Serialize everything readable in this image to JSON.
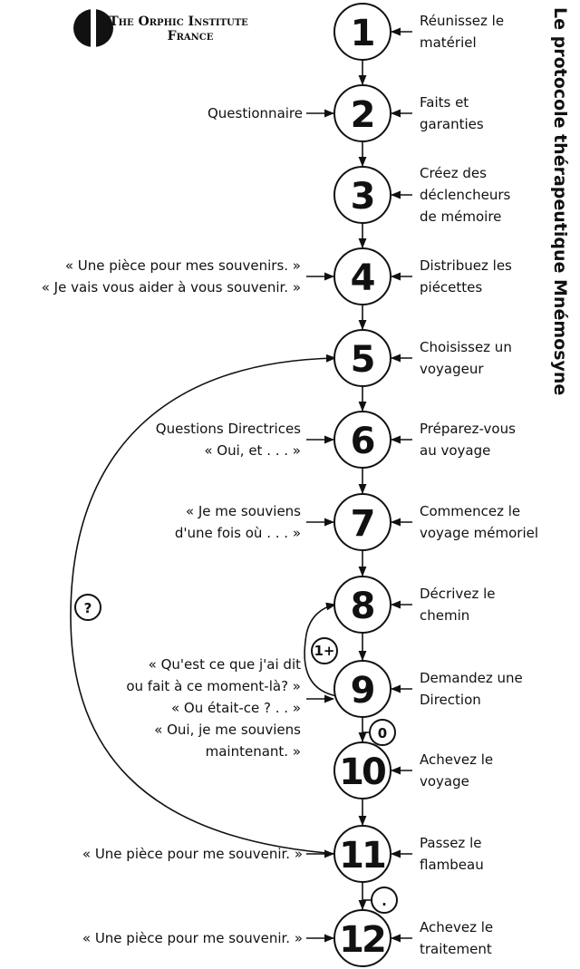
{
  "logo": {
    "line1": "The Orphic Institute",
    "line2": "France"
  },
  "title": "Le protocole thérapeutique Mnémosyne",
  "nodes": [
    {
      "number": "1",
      "right": [
        "Réunissez le",
        "matériel"
      ],
      "left": []
    },
    {
      "number": "2",
      "right": [
        "Faits et",
        "garanties"
      ],
      "left": [
        "Questionnaire"
      ]
    },
    {
      "number": "3",
      "right": [
        "Créez des",
        "déclencheurs",
        "de mémoire"
      ],
      "left": []
    },
    {
      "number": "4",
      "right": [
        "Distribuez les",
        "piécettes"
      ],
      "left": [
        "« Une pièce pour mes souvenirs. »",
        "« Je vais vous aider à vous souvenir. »"
      ]
    },
    {
      "number": "5",
      "right": [
        "Choisissez un",
        "voyageur"
      ],
      "left": []
    },
    {
      "number": "6",
      "right": [
        "Préparez-vous",
        "au voyage"
      ],
      "left": [
        "Questions Directrices",
        "« Oui, et . . . »"
      ]
    },
    {
      "number": "7",
      "right": [
        "Commencez le",
        "voyage mémoriel"
      ],
      "left": [
        "« Je me souviens",
        "d'une fois où . . . »"
      ]
    },
    {
      "number": "8",
      "right": [
        "Décrivez le",
        "chemin"
      ],
      "left": []
    },
    {
      "number": "9",
      "right": [
        "Demandez une",
        "Direction"
      ],
      "left": [
        "« Qu'est ce que j'ai dit",
        "ou fait à ce moment-là? »",
        "« Ou était-ce ? . . »",
        "« Oui, je me souviens",
        "maintenant. »"
      ]
    },
    {
      "number": "10",
      "right": [
        "Achevez le",
        "voyage"
      ],
      "left": []
    },
    {
      "number": "11",
      "right": [
        "Passez le",
        "flambeau"
      ],
      "left": [
        "« Une pièce pour me souvenir. »"
      ]
    },
    {
      "number": "12",
      "right": [
        "Achevez le",
        "traitement"
      ],
      "left": [
        "« Une pièce pour me souvenir. »"
      ]
    }
  ],
  "markers": {
    "question": "?",
    "repeat": "1+",
    "zero": "0",
    "dot": "."
  }
}
